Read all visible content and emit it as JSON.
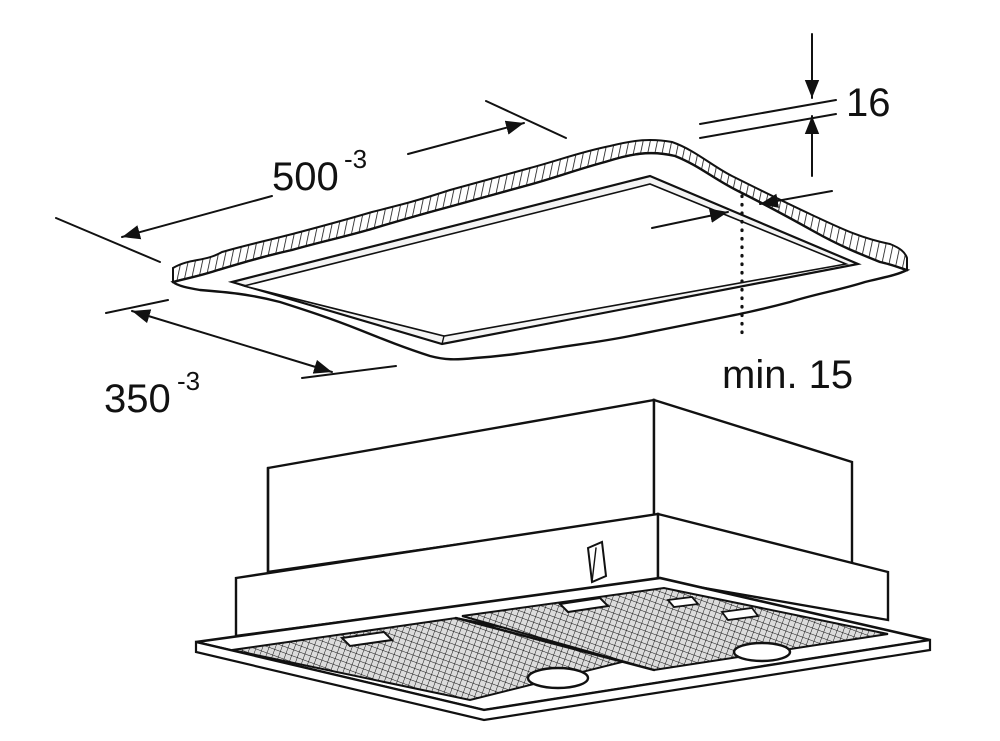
{
  "colors": {
    "ink": "#111111",
    "paper": "#ffffff",
    "panel": "#f1f1f1"
  },
  "dimensions": {
    "width": {
      "value": "500",
      "tolerance": "-3"
    },
    "depth": {
      "value": "350",
      "tolerance": "-3"
    },
    "board_thickness": {
      "value": "16"
    },
    "min_distance": {
      "value": "min. 15"
    }
  }
}
